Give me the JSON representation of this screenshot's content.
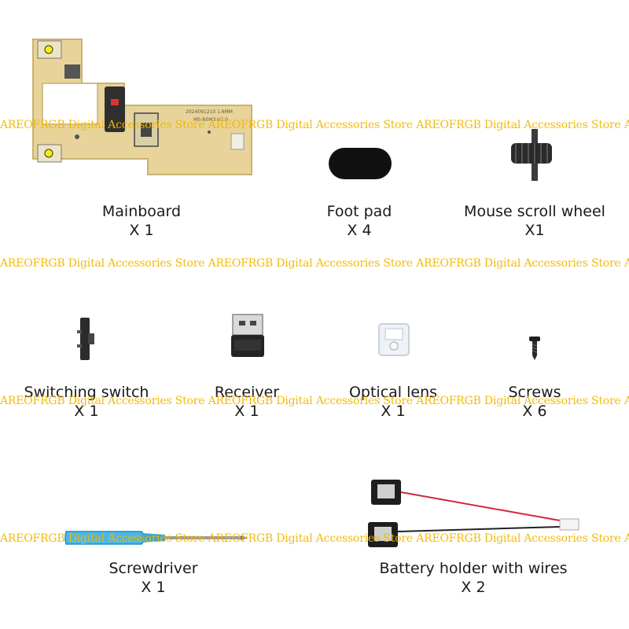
{
  "items": [
    {
      "label": "Mainboard",
      "qty": "X 1",
      "icon": "mainboard-pcb"
    },
    {
      "label": "Foot pad",
      "qty": "X 4",
      "icon": "foot-pad"
    },
    {
      "label": "Mouse scroll wheel",
      "qty": "X1",
      "icon": "scroll-wheel"
    },
    {
      "label": "Switching switch",
      "qty": "X 1",
      "icon": "slide-switch"
    },
    {
      "label": "Receiver",
      "qty": "X 1",
      "icon": "usb-receiver"
    },
    {
      "label": "Optical lens",
      "qty": "X 1",
      "icon": "optical-lens"
    },
    {
      "label": "Screws",
      "qty": "X 6",
      "icon": "screw"
    },
    {
      "label": "Screwdriver",
      "qty": "X 1",
      "icon": "screwdriver"
    },
    {
      "label": "Battery holder with wires",
      "qty": "X 2",
      "icon": "battery-holder"
    }
  ],
  "watermark": {
    "text": "AREOFRGB Digital Accessories Store AREOFRGB Digital Accessories Store AREOFRGB Digital Accessories Store AREOFRGB Digital Accessories Store",
    "color": "#f2b800"
  },
  "mainboard": {
    "silk_text": "2024091210 1.6MM",
    "silk_text2": "MS-N0M3-V2.0"
  }
}
